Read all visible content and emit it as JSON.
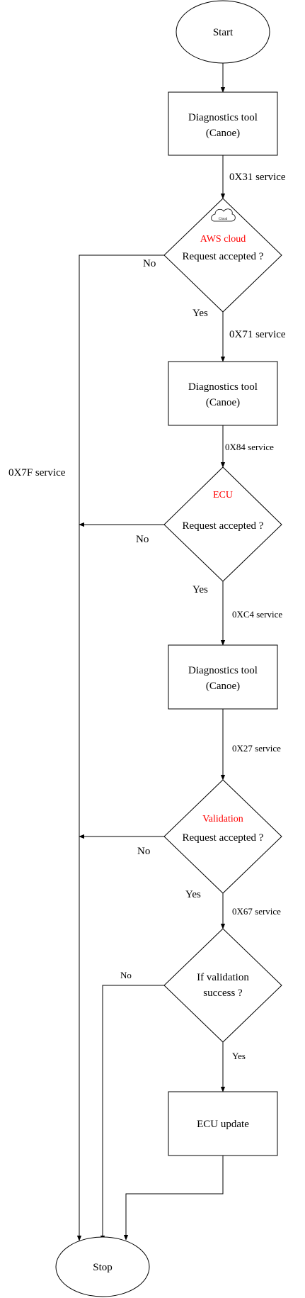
{
  "flow": {
    "start": "Start",
    "stop": "Stop",
    "tool_1": [
      "Diagnostics tool",
      "(Canoe)"
    ],
    "tool_2": [
      "Diagnostics tool",
      "(Canoe)"
    ],
    "tool_3": [
      "Diagnostics tool",
      "(Canoe)"
    ],
    "ecu_update": "ECU update",
    "decision_1": {
      "tag": "AWS cloud",
      "question": "Request accepted ?",
      "icon_text": "Cloud"
    },
    "decision_2": {
      "tag": "ECU",
      "question": "Request accepted ?"
    },
    "decision_3": {
      "tag": "Validation",
      "question": "Request accepted ?"
    },
    "decision_4": {
      "question": [
        "If validation",
        "success ?"
      ]
    },
    "edges": {
      "svc_31": "0X31 service",
      "svc_71": "0X71 service",
      "svc_84": "0X84 service",
      "svc_c4": "0XC4 service",
      "svc_27": "0X27 service",
      "svc_67": "0X67 service",
      "svc_7f": "0X7F service",
      "yes": "Yes",
      "no": "No"
    }
  },
  "colors": {
    "line": "#000000",
    "tag": "#ff0000",
    "background": "#ffffff"
  }
}
